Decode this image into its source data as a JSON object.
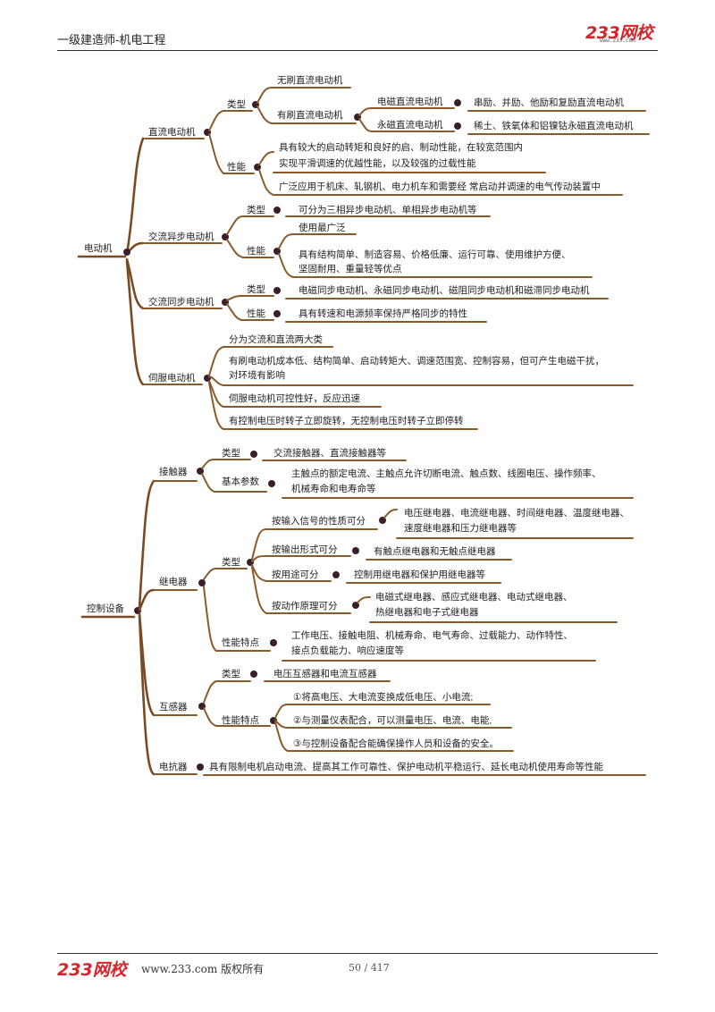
{
  "header": {
    "title": "一级建造师-机电工程",
    "logo_text": "233网校",
    "logo_url_text": "www.233.com"
  },
  "footer": {
    "logo_text": "233网校",
    "copyright": "www.233.com 版权所有",
    "page": "50 / 417"
  },
  "motor": {
    "root": "电动机",
    "dc": {
      "label": "直流电动机",
      "type_label": "类型",
      "brushless": "无刷直流电动机",
      "brushed": "有刷直流电动机",
      "em_dc": "电磁直流电动机",
      "em_dc_desc": "串励、并励、他励和复励直流电动机",
      "pm_dc": "永磁直流电动机",
      "pm_dc_desc": "稀土、铁氧体和铝镍钴永磁直流电动机",
      "perf_label": "性能",
      "perf_1a": "具有较大的启动转矩和良好的启、制动性能，在较宽范围内",
      "perf_1b": "实现平滑调速的优越性能，以及较强的过载性能",
      "perf_2": "广泛应用于机床、轧钢机、电力机车和需要经 常启动并调速的电气传动装置中"
    },
    "async": {
      "label": "交流异步电动机",
      "type_label": "类型",
      "type_desc": "可分为三相异步电动机、单相异步电动机等",
      "perf_label": "性能",
      "perf_1": "使用最广泛",
      "perf_2a": "具有结构简单、制造容易、价格低廉、运行可靠、使用维护方便、",
      "perf_2b": "坚固耐用、重量轻等优点"
    },
    "sync": {
      "label": "交流同步电动机",
      "type_label": "类型",
      "type_desc": "电磁同步电动机、永磁同步电动机、磁阻同步电动机和磁滞同步电动机",
      "perf_label": "性能",
      "perf_desc": "具有转速和电源频率保持严格同步的特性"
    },
    "servo": {
      "label": "伺服电动机",
      "item_1": "分为交流和直流两大类",
      "item_2a": "有刷电动机成本低、结构简单、启动转矩大、调速范围宽、控制容易，但可产生电磁干扰，",
      "item_2b": "对环境有影响",
      "item_3": "伺服电动机可控性好，反应迅速",
      "item_4": "有控制电压时转子立即旋转，无控制电压时转子立即停转"
    }
  },
  "control": {
    "root": "控制设备",
    "contactor": {
      "label": "接触器",
      "type_label": "类型",
      "type_desc": "交流接触器、直流接触器等",
      "param_label": "基本参数",
      "param_a": "主触点的额定电流、主触点允许切断电流、触点数、线圈电压、操作频率、",
      "param_b": "机械寿命和电寿命等"
    },
    "relay": {
      "label": "继电器",
      "type_label": "类型",
      "by_input": "按输入信号的性质可分",
      "by_input_a": "电压继电器、电流继电器、时间继电器、温度继电器、",
      "by_input_b": "速度继电器和压力继电器等",
      "by_output": "按输出形式可分",
      "by_output_desc": "有触点继电器和无触点继电器",
      "by_use": "按用途可分",
      "by_use_desc": "控制用继电器和保护用继电器等",
      "by_principle": "按动作原理可分",
      "by_principle_a": "电磁式继电器、感应式继电器、电动式继电器、",
      "by_principle_b": "热继电器和电子式继电器",
      "perf_label": "性能特点",
      "perf_a": "工作电压、接触电阻、机械寿命、电气寿命、过载能力、动作特性、",
      "perf_b": "接点负载能力、响应速度等"
    },
    "transformer": {
      "label": "互感器",
      "type_label": "类型",
      "type_desc": "电压互感器和电流互感器",
      "perf_label": "性能特点",
      "perf_1": "①将高电压、大电流变换成低电压、小电流;",
      "perf_2": "②与测量仪表配合，可以测量电压、电流、电能,",
      "perf_3": "③与控制设备配合能确保操作人员和设备的安全。"
    },
    "reactor": {
      "label": "电抗器",
      "desc": "具有限制电机启动电流、提高其工作可靠性、保护电动机平稳运行、延长电动机使用寿命等性能"
    }
  }
}
